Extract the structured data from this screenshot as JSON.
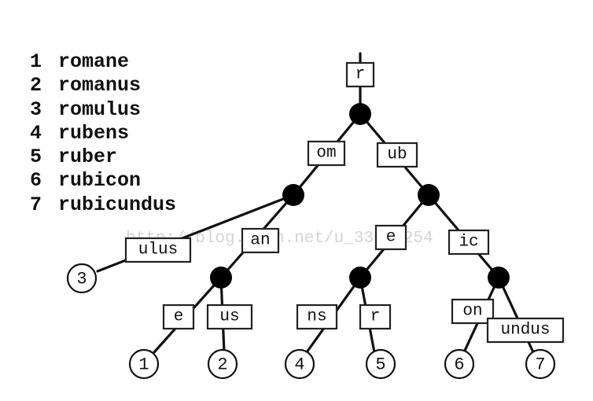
{
  "word_list": [
    {
      "number": "1",
      "word": "romane"
    },
    {
      "number": "2",
      "word": "romanus"
    },
    {
      "number": "3",
      "word": "romulus"
    },
    {
      "number": "4",
      "word": "rubens"
    },
    {
      "number": "5",
      "word": "ruber"
    },
    {
      "number": "6",
      "word": "rubicon"
    },
    {
      "number": "7",
      "word": "rubicundus"
    }
  ],
  "tree": {
    "edge_labels": {
      "root": "r",
      "om": "om",
      "ub": "ub",
      "ulus": "ulus",
      "an": "an",
      "e_left": "e",
      "us": "us",
      "e_right": "e",
      "ic": "ic",
      "ns": "ns",
      "r_leaf": "r",
      "on": "on",
      "undus": "undus"
    },
    "leaves": {
      "leaf_1": "1",
      "leaf_2": "2",
      "leaf_3": "3",
      "leaf_4": "4",
      "leaf_5": "5",
      "leaf_6": "6",
      "leaf_7": "7"
    }
  },
  "watermark": "http://blog.csdn.net/u_33542254"
}
